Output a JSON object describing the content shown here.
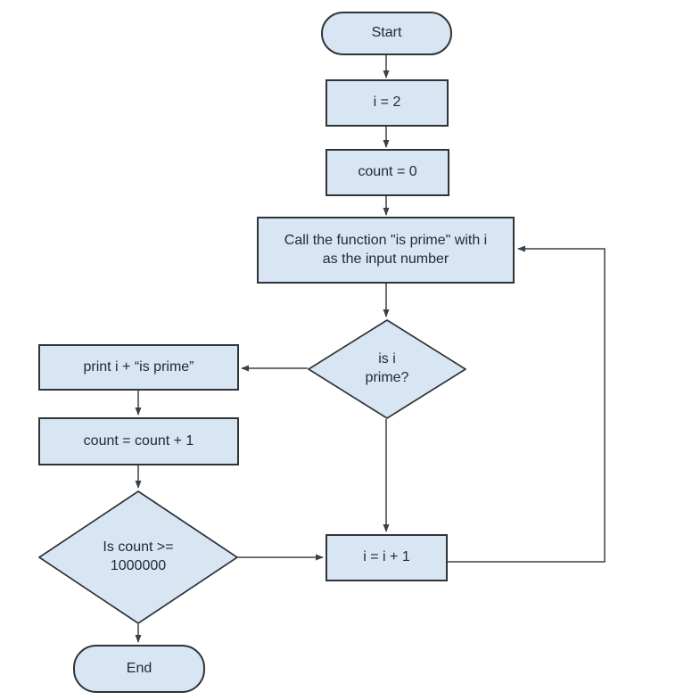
{
  "diagram": {
    "type": "flowchart",
    "background_color": "#ffffff",
    "shape_fill_color": "#d8e5f2",
    "shape_border_color": "#2f3437",
    "connector_color": "#3a4045",
    "text_color": "#1b2b3a",
    "nodes": [
      {
        "id": "start",
        "type": "terminator",
        "label": "Start"
      },
      {
        "id": "set-i",
        "type": "process",
        "label": "i = 2"
      },
      {
        "id": "set-count",
        "type": "process",
        "label": "count = 0"
      },
      {
        "id": "call-isprime",
        "type": "process",
        "label": "Call the function \"is prime\" with i\nas the input number"
      },
      {
        "id": "is-i-prime",
        "type": "decision",
        "label": "is i\nprime?"
      },
      {
        "id": "print-prime",
        "type": "process",
        "label": "print i + “is prime”"
      },
      {
        "id": "inc-count",
        "type": "process",
        "label": "count = count + 1"
      },
      {
        "id": "count-check",
        "type": "decision",
        "label": "Is count >=\n1000000"
      },
      {
        "id": "inc-i",
        "type": "process",
        "label": "i = i + 1"
      },
      {
        "id": "end",
        "type": "terminator",
        "label": "End"
      }
    ],
    "edges": [
      {
        "from": "start",
        "to": "set-i"
      },
      {
        "from": "set-i",
        "to": "set-count"
      },
      {
        "from": "set-count",
        "to": "call-isprime"
      },
      {
        "from": "call-isprime",
        "to": "is-i-prime"
      },
      {
        "from": "is-i-prime",
        "to": "print-prime"
      },
      {
        "from": "is-i-prime",
        "to": "inc-i"
      },
      {
        "from": "print-prime",
        "to": "inc-count"
      },
      {
        "from": "inc-count",
        "to": "count-check"
      },
      {
        "from": "count-check",
        "to": "inc-i"
      },
      {
        "from": "count-check",
        "to": "end"
      },
      {
        "from": "inc-i",
        "to": "call-isprime"
      }
    ]
  }
}
